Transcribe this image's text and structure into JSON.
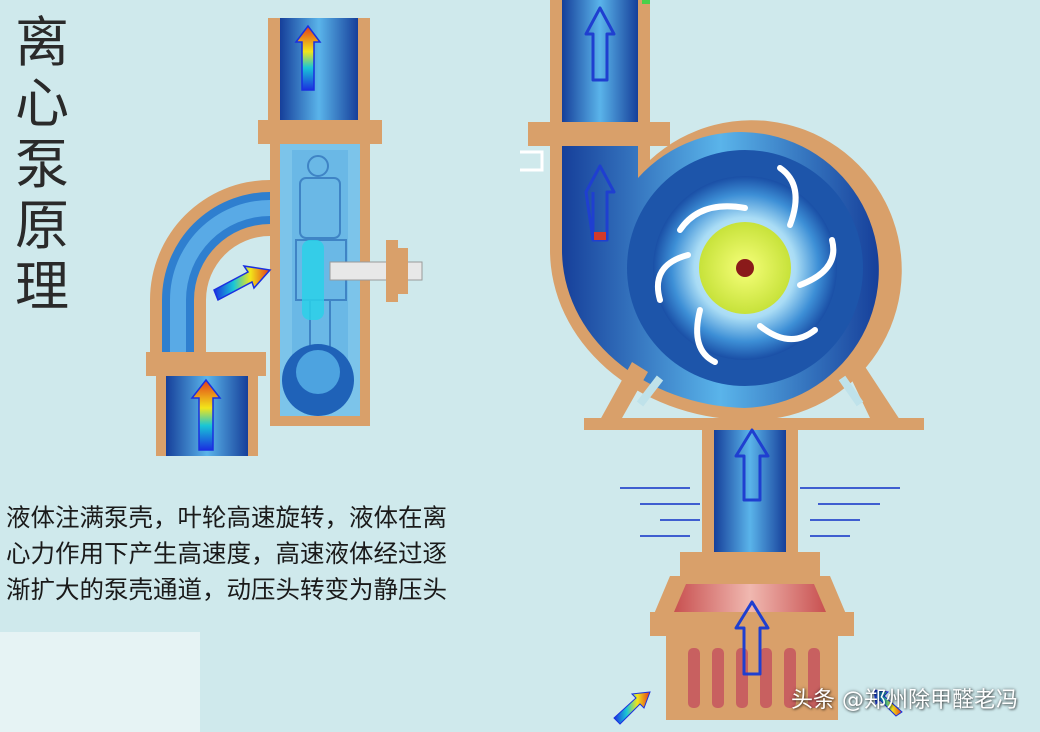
{
  "title_chars": [
    "离",
    "心",
    "泵",
    "原",
    "理"
  ],
  "description_lines": [
    "液体注满泵壳，叶轮高速旋转，液体在离",
    "心力作用下产生高速度，高速液体经过逐",
    "渐扩大的泵壳通道，动压头转变为静压头"
  ],
  "watermark": "头条 @郑州除甲醛老冯",
  "colors": {
    "background": "#cfe9ec",
    "pipe_wall": "#d9a06a",
    "water_dark": "#1f5fb4",
    "water_light": "#8ed0f2",
    "impeller_hub": "#e6f252",
    "hub_center": "#8a1a1a",
    "flow_arrow": "#1f3fd0"
  },
  "icons": [
    "flow-arrow-icon",
    "impeller-icon",
    "shaft-icon",
    "motor-figure-icon"
  ]
}
